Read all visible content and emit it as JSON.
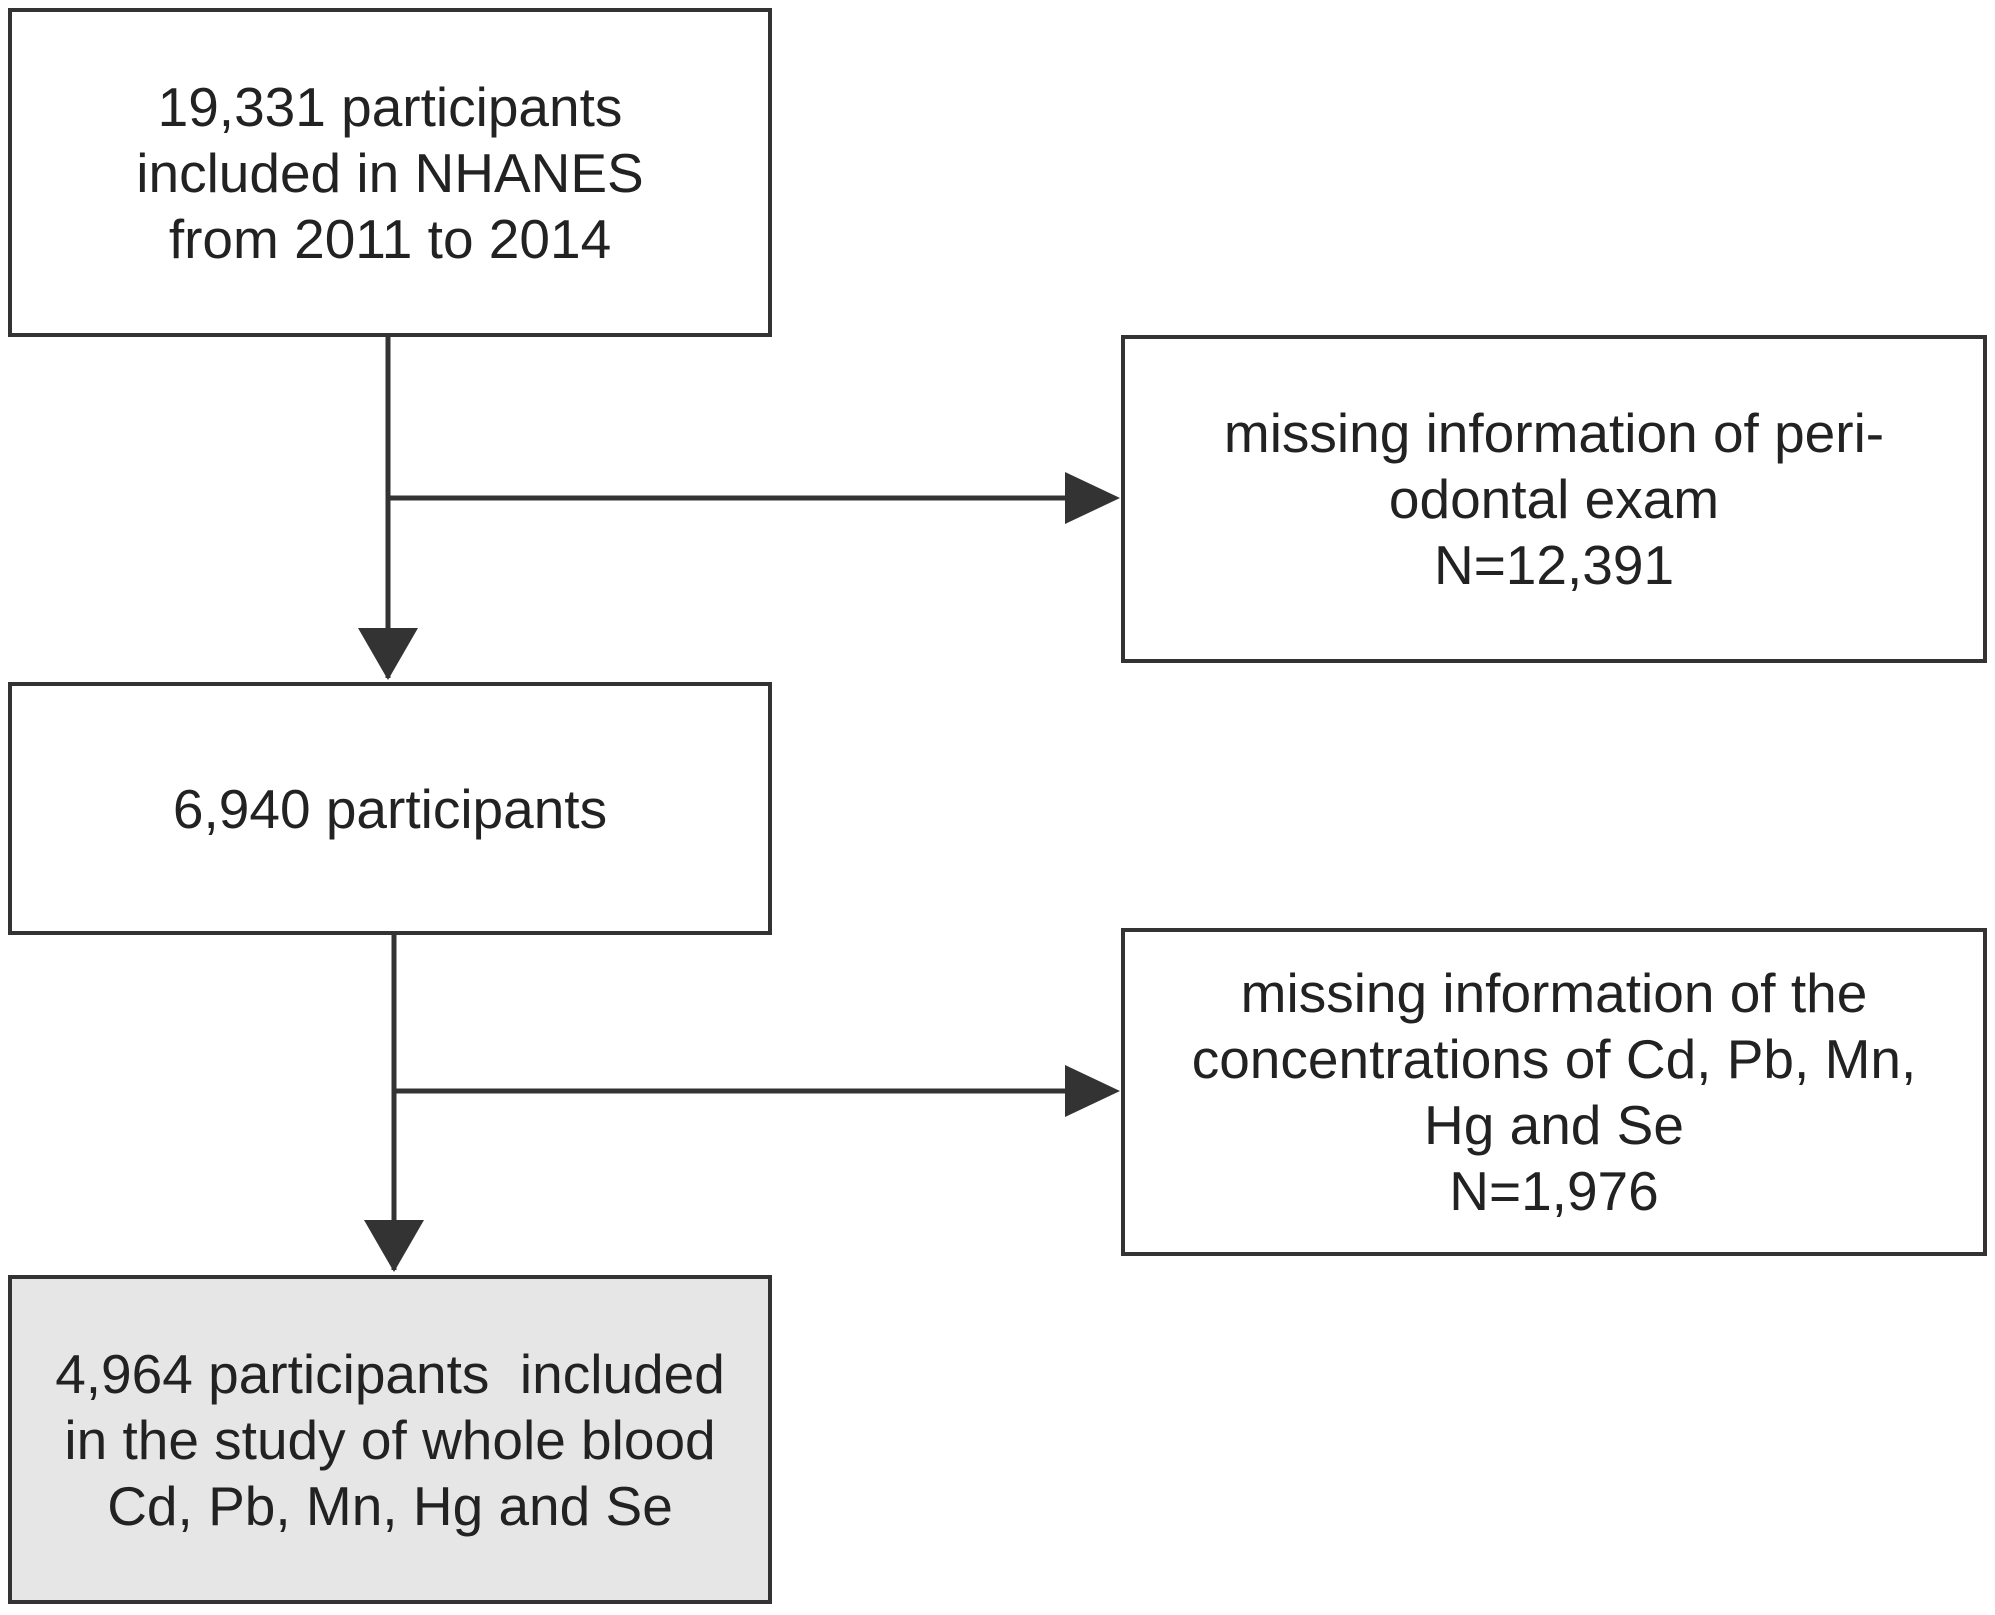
{
  "flowchart": {
    "start": {
      "lines": [
        "19,331 participants",
        "included in NHANES",
        "from 2011 to 2014"
      ]
    },
    "exclusion_1": {
      "lines": [
        "missing information of peri-",
        "odontal exam",
        "N=12,391"
      ]
    },
    "middle": {
      "lines": [
        "6,940 participants"
      ]
    },
    "exclusion_2": {
      "lines": [
        "missing information of the",
        "concentrations of Cd, Pb, Mn,",
        "Hg and Se",
        "N=1,976"
      ]
    },
    "final": {
      "lines": [
        "4,964 participants  included",
        "in the study of whole blood",
        "Cd, Pb, Mn, Hg and Se"
      ]
    }
  },
  "colors": {
    "stroke": "#333333",
    "final_fill": "#e6e6e6"
  }
}
